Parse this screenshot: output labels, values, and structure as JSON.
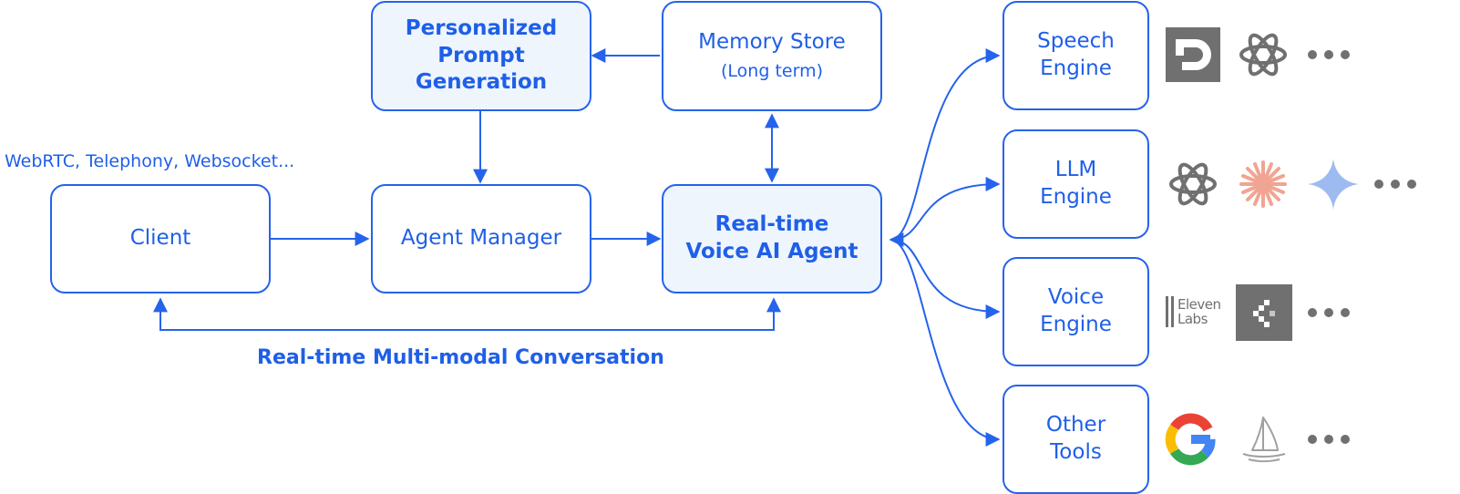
{
  "boxes": {
    "prompt_gen": {
      "lines": [
        "Personalized",
        "Prompt",
        "Generation"
      ]
    },
    "memory": {
      "title": "Memory Store",
      "subtitle": "(Long term)"
    },
    "client": {
      "title": "Client"
    },
    "agent_manager": {
      "title": "Agent Manager"
    },
    "voice_agent": {
      "lines": [
        "Real-time",
        "Voice AI Agent"
      ]
    },
    "speech": {
      "lines": [
        "Speech",
        "Engine"
      ]
    },
    "llm": {
      "lines": [
        "LLM",
        "Engine"
      ]
    },
    "voice": {
      "lines": [
        "Voice",
        "Engine"
      ]
    },
    "tools": {
      "lines": [
        "Other",
        "Tools"
      ]
    }
  },
  "transport_note": "WebRTC, Telephony, Websocket...",
  "caption": "Real-time Multi-modal Conversation",
  "providers": {
    "speech": [
      "deepgram-icon",
      "openai-icon"
    ],
    "llm": [
      "openai-icon",
      "anthropic-icon",
      "gemini-icon"
    ],
    "voice": {
      "elevenlabs_line1": "Eleven",
      "elevenlabs_line2": "Labs",
      "icons": [
        "elevenlabs-icon",
        "cartesia-icon"
      ]
    },
    "tools": [
      "google-icon",
      "midjourney-icon"
    ]
  },
  "colors": {
    "accent": "#2563eb",
    "highlight_fill": "#eef5fd",
    "icon_gray": "#707070"
  }
}
